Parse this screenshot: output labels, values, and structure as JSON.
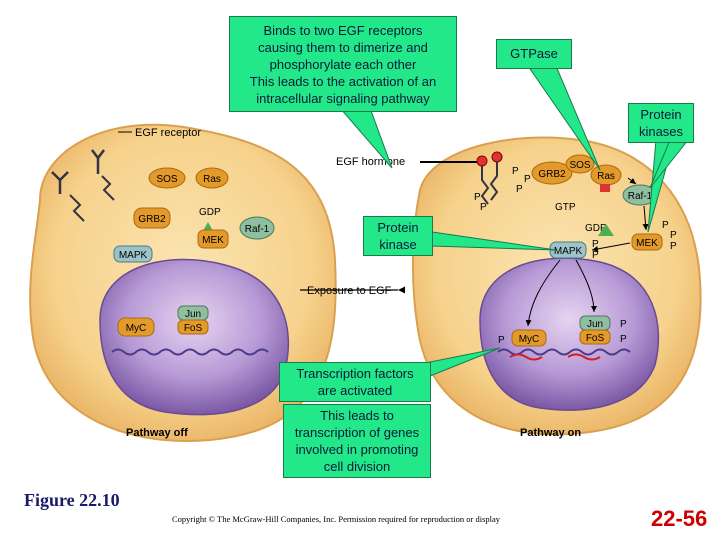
{
  "callouts": {
    "egf_binding": [
      "Binds to two EGF receptors",
      "causing them to dimerize and",
      "phosphorylate each other",
      "This leads to the activation of an",
      "intracellular signaling pathway"
    ],
    "gtpase": "GTPase",
    "protein_kinases": [
      "Protein",
      "kinases"
    ],
    "protein_kinase": [
      "Protein",
      "kinase"
    ],
    "transcription": [
      "Transcription factors",
      "are activated"
    ],
    "division": [
      "This leads to",
      "transcription of genes",
      "involved in promoting",
      "cell division"
    ]
  },
  "diagram": {
    "egf_receptor": "EGF receptor",
    "egf_hormone": "EGF hormone",
    "exposure": "Exposure to EGF",
    "pathway_off": "Pathway off",
    "pathway_on": "Pathway on",
    "proteins": {
      "sos": "SOS",
      "ras": "Ras",
      "grb2": "GRB2",
      "gdp": "GDP",
      "gtp": "GTP",
      "mek": "MEK",
      "raf1": "Raf-1",
      "mapk": "MAPK",
      "jun": "Jun",
      "fos": "FoS",
      "myc": "MyC",
      "p": "P"
    }
  },
  "figure_label": "Figure 22.10",
  "copyright": "Copyright © The McGraw-Hill Companies, Inc. Permission required for reproduction or display",
  "slide_number": "22-56",
  "colors": {
    "callout": "#22e88a",
    "cytoplasm": "#f6d28c",
    "nucleus": "#a78bc9",
    "protein_orange": "#e39a2a",
    "raf_green": "#8fbfa0",
    "mapk_teal": "#9cc4c8",
    "slide_number": "#cc0000"
  }
}
